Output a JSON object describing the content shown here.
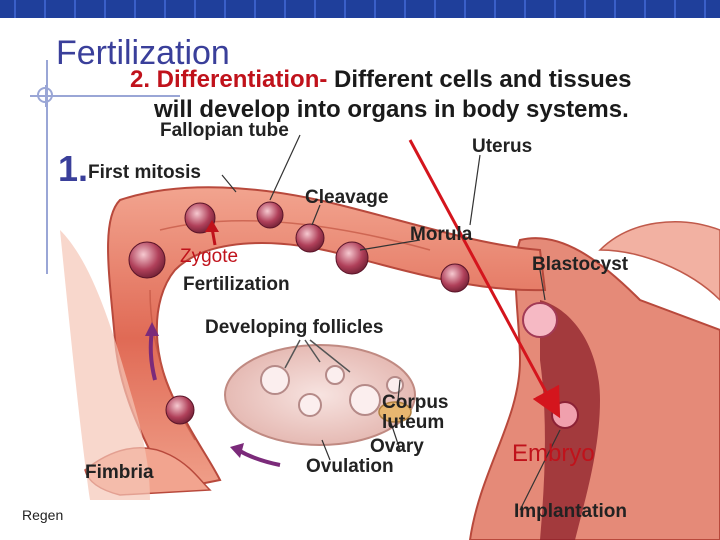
{
  "slide": {
    "title": "Fertilization",
    "step1": "1.",
    "step2_prefix": "2. Differentiation-",
    "step2_line1": " Different cells and tissues",
    "step2_line2": "will develop into organs in body systems.",
    "footer": "Regen"
  },
  "labels": {
    "fallopian_tube": "Fallopian tube",
    "uterus": "Uterus",
    "first_mitosis": "First mitosis",
    "cleavage": "Cleavage",
    "morula": "Morula",
    "zygote": "Zygote",
    "blastocyst": "Blastocyst",
    "fertilization": "Fertilization",
    "developing_follicles": "Developing follicles",
    "corpus_luteum_1": "Corpus",
    "corpus_luteum_2": "luteum",
    "ovary": "Ovary",
    "embryo": "Embryo",
    "fimbria": "Fimbria",
    "ovulation": "Ovulation",
    "implantation": "Implantation"
  },
  "colors": {
    "accent_red": "#c0121b",
    "title_blue": "#3a3f9a",
    "tissue": "#e0796a"
  }
}
